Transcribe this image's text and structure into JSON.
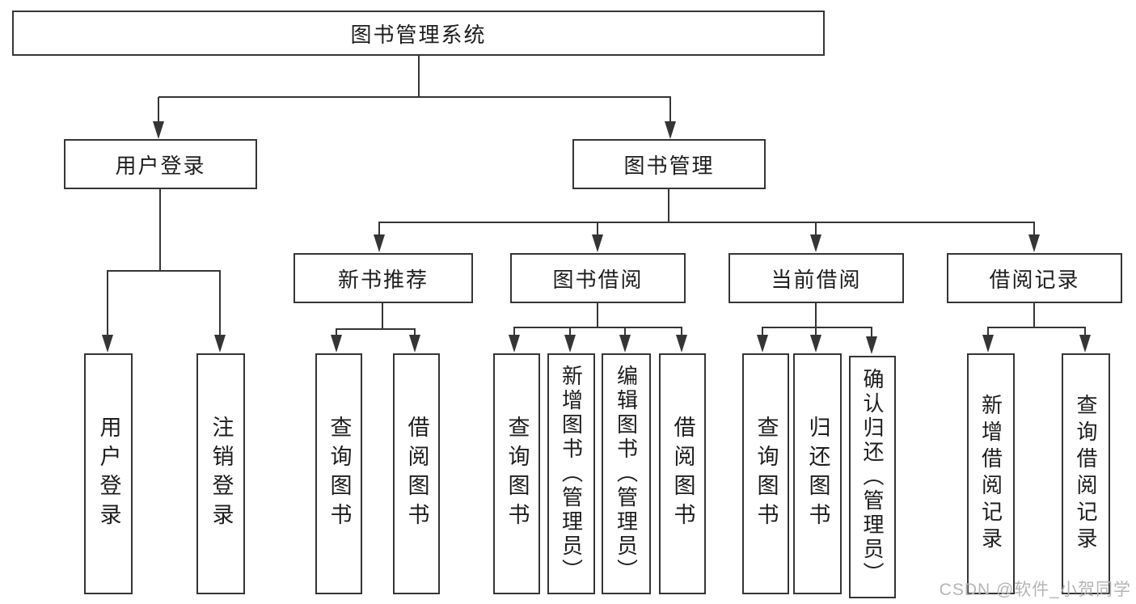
{
  "tree": {
    "root": {
      "label": "图书管理系统"
    },
    "children": [
      {
        "label": "用户登录",
        "children": [
          {
            "label": "用户登录"
          },
          {
            "label": "注销登录"
          }
        ]
      },
      {
        "label": "图书管理",
        "children": [
          {
            "label": "新书推荐",
            "children": [
              {
                "label": "查询图书"
              },
              {
                "label": "借阅图书"
              }
            ]
          },
          {
            "label": "图书借阅",
            "children": [
              {
                "label": "查询图书"
              },
              {
                "label": "新增图书（管理员）"
              },
              {
                "label": "编辑图书（管理员）"
              },
              {
                "label": "借阅图书"
              }
            ]
          },
          {
            "label": "当前借阅",
            "children": [
              {
                "label": "查询图书"
              },
              {
                "label": "归还图书"
              },
              {
                "label": "确认归还（管理员）"
              }
            ]
          },
          {
            "label": "借阅记录",
            "children": [
              {
                "label": "新增借阅记录"
              },
              {
                "label": "查询借阅记录"
              }
            ]
          }
        ]
      }
    ]
  },
  "watermark": {
    "text": "CSDN @软件_小贺同学"
  },
  "colors": {
    "line": "#353535",
    "text": "#1d1d1d",
    "watermark": "#b5b5b5",
    "background": "#ffffff"
  }
}
